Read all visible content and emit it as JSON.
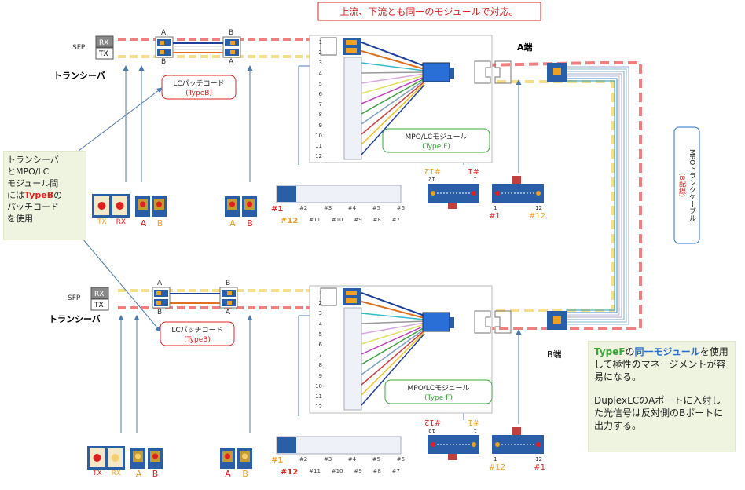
{
  "banner": "上流、下流とも同一のモジュールで対応。",
  "ends": {
    "a": "A端",
    "b": "B端"
  },
  "upper": {
    "sfp": "SFP",
    "rx": "RX",
    "tx": "TX",
    "transceiver": "トランシーバ",
    "patch_title": "LCパッチコード",
    "patch_type": "(TypeB)",
    "cord_a": "A",
    "cord_b": "B",
    "module_title": "MPO/LCモジュール",
    "module_type": "(Type F)",
    "sfp_ports": [
      "TX",
      "RX"
    ],
    "lc_left": [
      "A",
      "B"
    ],
    "lc_right": [
      "A",
      "B"
    ],
    "mpo_left": {
      "left": "#12",
      "right": "#1",
      "n_left": "12",
      "n_right": "1"
    },
    "mpo_right": {
      "n_left": "1",
      "n_right": "12",
      "left": "#1",
      "right": "#12"
    },
    "front_top": [
      "#1",
      "#2",
      "#3",
      "#4",
      "#5",
      "#6"
    ],
    "front_bottom": [
      "#12",
      "#11",
      "#10",
      "#9",
      "#8",
      "#7"
    ]
  },
  "lower": {
    "sfp": "SFP",
    "rx": "RX",
    "tx": "TX",
    "transceiver": "トランシーバ",
    "patch_title": "LCパッチコード",
    "patch_type": "(TypeB)",
    "cord_a": "A",
    "cord_b": "B",
    "module_title": "MPO/LCモジュール",
    "module_type": "(Type F)",
    "sfp_ports": [
      "TX",
      "RX"
    ],
    "lc_left": [
      "A",
      "B"
    ],
    "lc_right": [
      "A",
      "B"
    ],
    "mpo_left": {
      "left": "#12",
      "right": "#1",
      "n_left": "12",
      "n_right": "1"
    },
    "mpo_right": {
      "n_left": "1",
      "n_right": "12",
      "left": "#12",
      "right": "#1"
    },
    "front_top": [
      "#1",
      "#2",
      "#3",
      "#4",
      "#5",
      "#6"
    ],
    "front_bottom": [
      "#12",
      "#11",
      "#10",
      "#9",
      "#8",
      "#7"
    ]
  },
  "port_numbers": [
    "1",
    "2",
    "3",
    "4",
    "5",
    "6",
    "7",
    "8",
    "9",
    "10",
    "11",
    "12"
  ],
  "trunk": {
    "title": "MPOトランクケーブル",
    "sub": "(B配線)"
  },
  "left_note": {
    "l1": "トランシーバ",
    "l2": "とMPO/LC",
    "l3": "モジュール間",
    "l4_pre": "には",
    "l4_em": "TypeB",
    "l4_post": "の",
    "l5": "パッチコード",
    "l6": "を使用"
  },
  "right_note": {
    "em1": "TypeF",
    "mid": "の",
    "em2": "同一モジュール",
    "rest": "を使用して極性のマネージメントが容易になる。",
    "para2": "DuplexLCのAポートに入射した光信号は反対側のBポートに出力する。"
  },
  "colors": {
    "red": "#e02020",
    "orange": "#f0a020",
    "blue": "#2a6fd6",
    "green": "#38a838"
  }
}
